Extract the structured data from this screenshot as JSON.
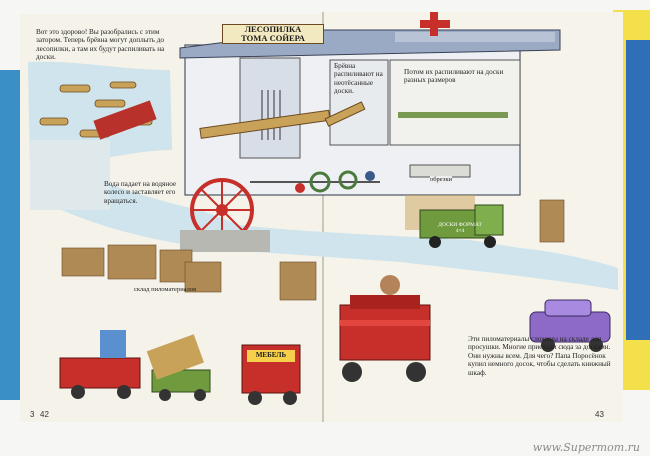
{
  "page_left": {
    "caption_top_left": "Вот это здорово! Вы разобрались с этим затором. Теперь брёвна могут доплыть до лесопилки, а там их будут распиливать на доски.",
    "caption_wheel": "Вода падает на водяное колесо и заставляет его вращаться.",
    "sign_title_line1": "ЛЕСОПИЛКА",
    "sign_title_line2": "ТОМА СОЙЕРА",
    "label_warehouse": "склад пиломатериалов",
    "page_number": "42",
    "margin_number": "3"
  },
  "page_right": {
    "caption_logs": "Брёвна распиливают на неотёсанные доски.",
    "caption_sizes": "Потом их распиливают на доски разных размеров",
    "label_trimmings": "обрезки",
    "truck_label": "ДОСКИ ФОРМАТ 4×4",
    "barrel_label": "МЕБЕЛЬ",
    "caption_bottom": "Эти пиломатериалы сложены на складе для просушки. Многие приехали сюда за досками. Они нужны всем. Для чего? Папа Поросёнок купил немного досок, чтобы сделать книжный шкаф.",
    "page_number": "43"
  },
  "watermark": "www.Supermom.ru",
  "colors": {
    "sky": "#f3f1e6",
    "water": "#cfe4ec",
    "mill_roof": "#9aa9c4",
    "wood": "#c9a25a",
    "red": "#c7302a",
    "green": "#6f9a3e",
    "yellow_edge": "#f3e04a",
    "blue_edge": "#2f6fb8"
  }
}
